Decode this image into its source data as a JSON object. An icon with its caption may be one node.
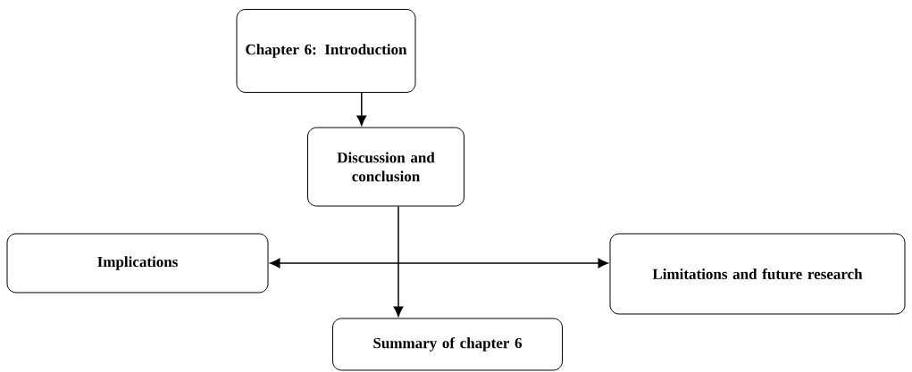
{
  "diagram": {
    "nodes": [
      {
        "text": [
          "Chapter 6: Introduction"
        ]
      },
      {
        "text": [
          "Discussion and conclusion"
        ]
      },
      {
        "text": [
          "Implications"
        ]
      },
      {
        "text": [
          "Limitations and future research"
        ]
      },
      {
        "text": [
          "Summary of chapter 6"
        ]
      }
    ],
    "edges": [
      {
        "from": 0,
        "to": 1,
        "arrow": "to"
      },
      {
        "from": 1,
        "to": 4,
        "arrow": "to"
      },
      {
        "from": 2,
        "to": 3,
        "arrow": "both"
      }
    ]
  }
}
